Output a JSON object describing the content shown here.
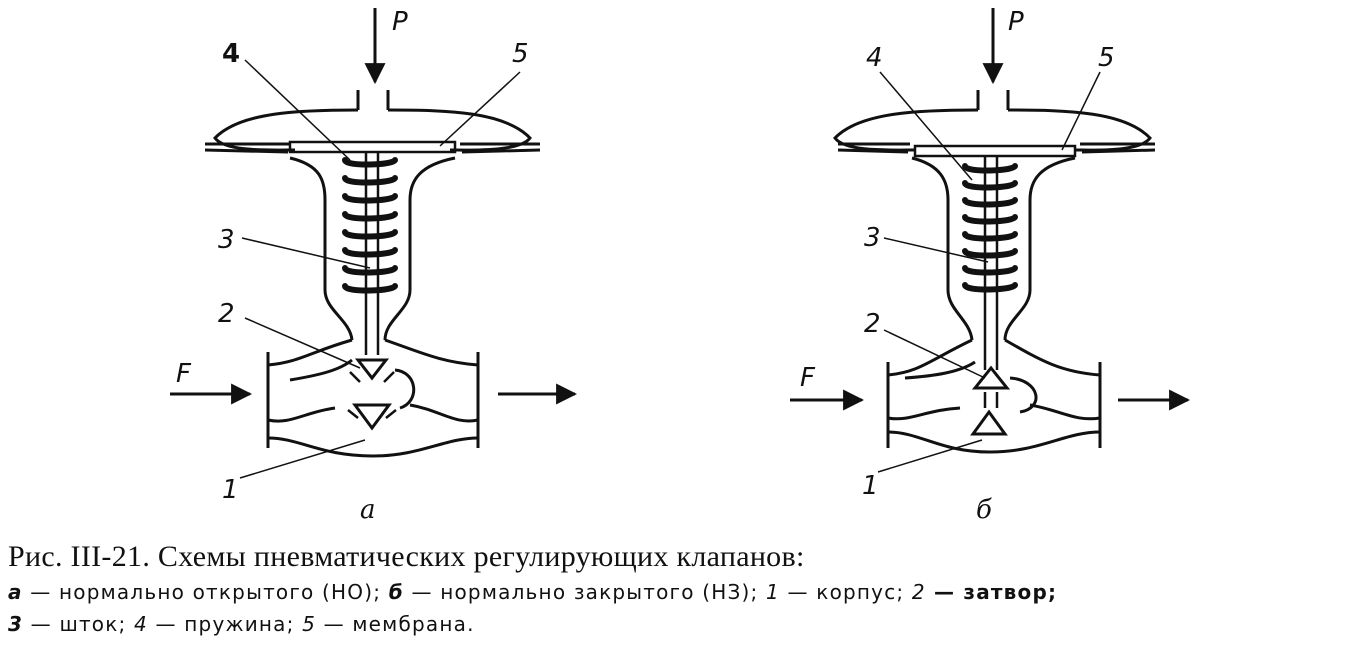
{
  "figure": {
    "panels": [
      {
        "id": "a",
        "sublabel": "а",
        "labels": {
          "pressure": "P",
          "flow": "F",
          "body": "1",
          "plug": "2",
          "stem": "3",
          "spring": "4",
          "membrane": "5"
        }
      },
      {
        "id": "b",
        "sublabel": "б",
        "labels": {
          "pressure": "P",
          "flow": "F",
          "body": "1",
          "plug": "2",
          "stem": "3",
          "spring": "4",
          "membrane": "5"
        }
      }
    ]
  },
  "caption": {
    "title": "Рис. III-21. Схемы пневматических регулирующих клапанов:",
    "legend_line1": [
      {
        "key": "а",
        "text": " — нормально открытого (НО); "
      },
      {
        "key": "б",
        "text": " — нормально закрытого (НЗ); "
      },
      {
        "key": "1",
        "text": " — корпус; "
      },
      {
        "key": "2",
        "text": " — затвор;"
      }
    ],
    "legend_line2": [
      {
        "key": "3",
        "text": " — шток; "
      },
      {
        "key": "4",
        "text": " — пружина; "
      },
      {
        "key": "5",
        "text": " — мембрана."
      }
    ]
  }
}
